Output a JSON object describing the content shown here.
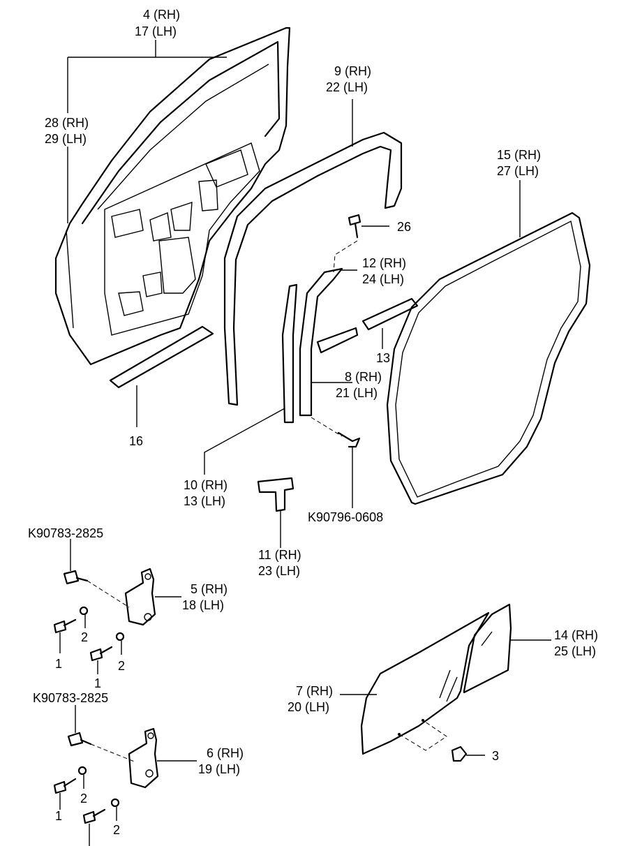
{
  "callouts": {
    "door_rh": "4 (RH)",
    "door_lh": "17 (LH)",
    "frame_rh": "28 (RH)",
    "frame_lh": "29 (LH)",
    "run_rh": "9 (RH)",
    "run_lh": "22 (LH)",
    "bolt_26": "26",
    "chan_rh": "12 (RH)",
    "chan_lh": "24 (LH)",
    "strip_13": "13",
    "weather_rh": "15 (RH)",
    "weather_lh": "27 (LH)",
    "sash_rh": "8 (RH)",
    "sash_lh": "21 (LH)",
    "rail_16": "16",
    "glass_run_rh": "10 (RH)",
    "glass_run_lh": "13 (LH)",
    "bolt_k0608": "K90796-0608",
    "clip_rh": "11 (RH)",
    "clip_lh": "23 (LH)",
    "bolt_top_code": "K90783-2825",
    "hinge_up_rh": "5 (RH)",
    "hinge_up_lh": "18 (LH)",
    "n1a": "1",
    "n2a": "2",
    "n1b": "1",
    "n2b": "2",
    "bolt_mid_code": "K90783-2825",
    "hinge_lo_rh": "6 (RH)",
    "hinge_lo_lh": "19 (LH)",
    "n1c": "1",
    "n2c": "2",
    "n2d": "2",
    "glass_q_rh": "14 (RH)",
    "glass_q_lh": "25 (LH)",
    "glass_rh": "7 (RH)",
    "glass_lh": "20 (LH)",
    "clip_3": "3"
  }
}
